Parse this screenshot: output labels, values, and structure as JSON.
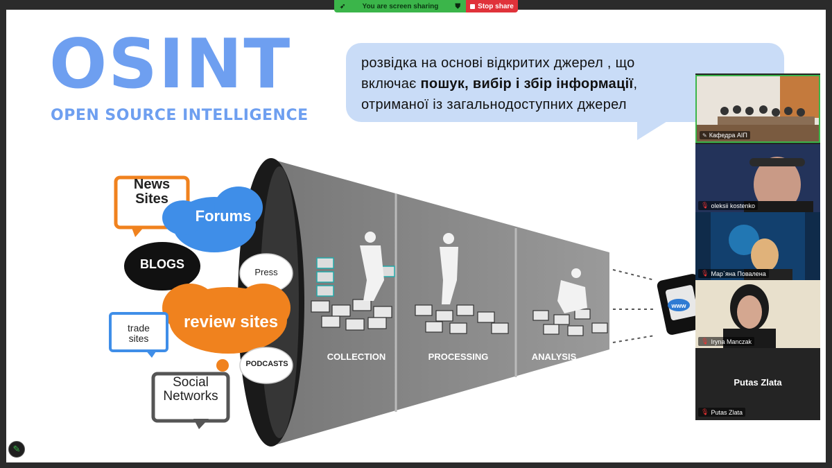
{
  "share_bar": {
    "status": "You are screen sharing",
    "stop_label": "Stop share"
  },
  "slide": {
    "title": "OSINT",
    "subtitle": "OPEN SOURCE INTELLIGENCE",
    "bubble": {
      "line1": "розвідка на основі відкритих джерел , що",
      "line2_pre": "включає ",
      "line2_bold": "пошук, вибір і збір інформації",
      "line2_post": ",",
      "line3": "отриманої із загальнодоступних джерел"
    },
    "sources": {
      "news": "News Sites",
      "forums": "Forums",
      "blogs": "BLOGS",
      "press": "Press",
      "trade": "trade sites",
      "review": "review sites",
      "podcasts": "PODCASTS",
      "social": "Social Networks"
    },
    "stages": [
      "COLLECTION",
      "PROCESSING",
      "ANALYSIS"
    ],
    "www": "www"
  },
  "participants": [
    {
      "name": "Кафедра АІП",
      "muted": false,
      "pinned": true
    },
    {
      "name": "oleksii kostenko",
      "muted": true
    },
    {
      "name": "Мар`яна Повалена",
      "muted": true
    },
    {
      "name": "Iryna Manczak",
      "muted": true
    },
    {
      "name": "Putas Zlata",
      "display": "Putas Zlata",
      "muted": true
    }
  ],
  "colors": {
    "accent_blue": "#6e9ff0",
    "bubble": "#c9dcf7",
    "share_green": "#3bb54a",
    "stop_red": "#e0323a",
    "orange": "#f0821e",
    "forums_blue": "#3f8ee8"
  }
}
